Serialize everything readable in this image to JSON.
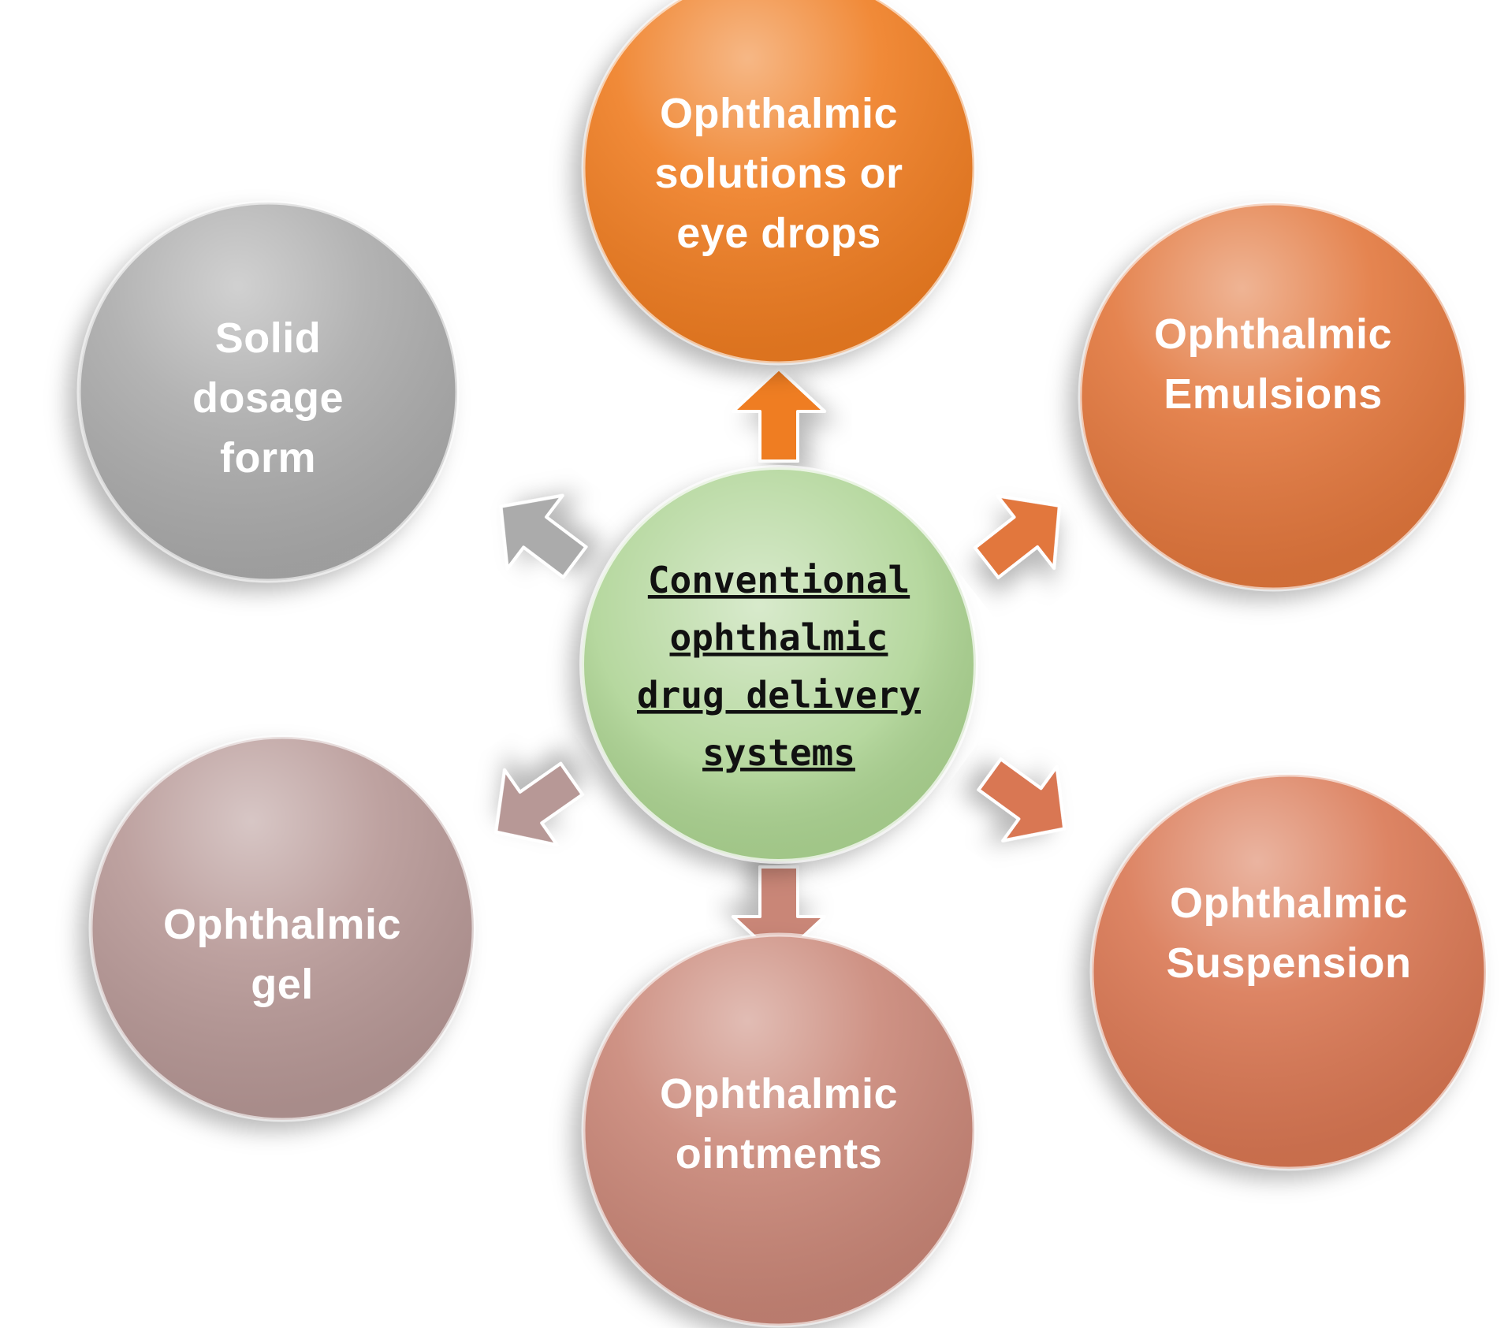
{
  "center": {
    "lines": [
      "Conventional",
      "ophthalmic",
      "drug delivery",
      "systems"
    ],
    "color": "#a9d18e"
  },
  "nodes": [
    {
      "id": "solutions",
      "lines": [
        "Ophthalmic",
        "solutions or",
        "eye drops"
      ],
      "color": "#ef7d22"
    },
    {
      "id": "emulsions",
      "lines": [
        "Ophthalmic",
        "Emulsions"
      ],
      "color": "#e2773e"
    },
    {
      "id": "suspension",
      "lines": [
        "Ophthalmic",
        "Suspension"
      ],
      "color": "#d97752"
    },
    {
      "id": "ointments",
      "lines": [
        "Ophthalmic",
        "ointments"
      ],
      "color": "#c98677"
    },
    {
      "id": "gel",
      "lines": [
        "Ophthalmic",
        "gel"
      ],
      "color": "#b79896"
    },
    {
      "id": "solid",
      "lines": [
        "Solid",
        "dosage",
        "form"
      ],
      "color": "#ababab"
    }
  ]
}
